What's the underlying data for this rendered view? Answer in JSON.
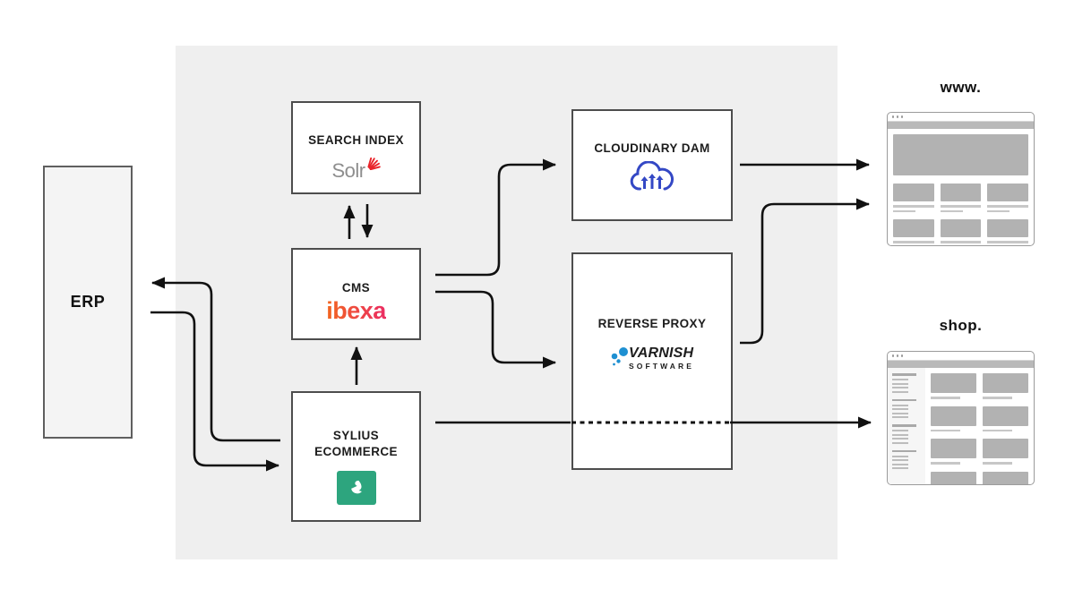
{
  "erp": {
    "label": "ERP"
  },
  "search_index": {
    "title": "SEARCH INDEX",
    "logo_text": "Solr"
  },
  "cms": {
    "title": "CMS",
    "logo_text": "ibexa"
  },
  "sylius": {
    "title": "SYLIUS ECOMMERCE"
  },
  "cloudinary": {
    "title": "CLOUDINARY DAM"
  },
  "reverse_proxy": {
    "title": "REVERSE PROXY",
    "logo_text_primary": "VARNISH",
    "logo_text_secondary": "SOFTWARE"
  },
  "www_site": {
    "label": "www."
  },
  "shop_site": {
    "label": "shop."
  },
  "colors": {
    "panel_bg": "#efefef",
    "box_border": "#4d4d4d",
    "arrow": "#111111",
    "solr_red": "#E9252B",
    "solr_gray": "#8E8E8E",
    "ibexa_gradient_start": "#F26322",
    "ibexa_gradient_end": "#EB2F60",
    "sylius_green": "#2DA57E",
    "cloudinary_blue": "#3448C5",
    "varnish_blue": "#1E90D2",
    "mock_gray": "#B2B2B2"
  }
}
